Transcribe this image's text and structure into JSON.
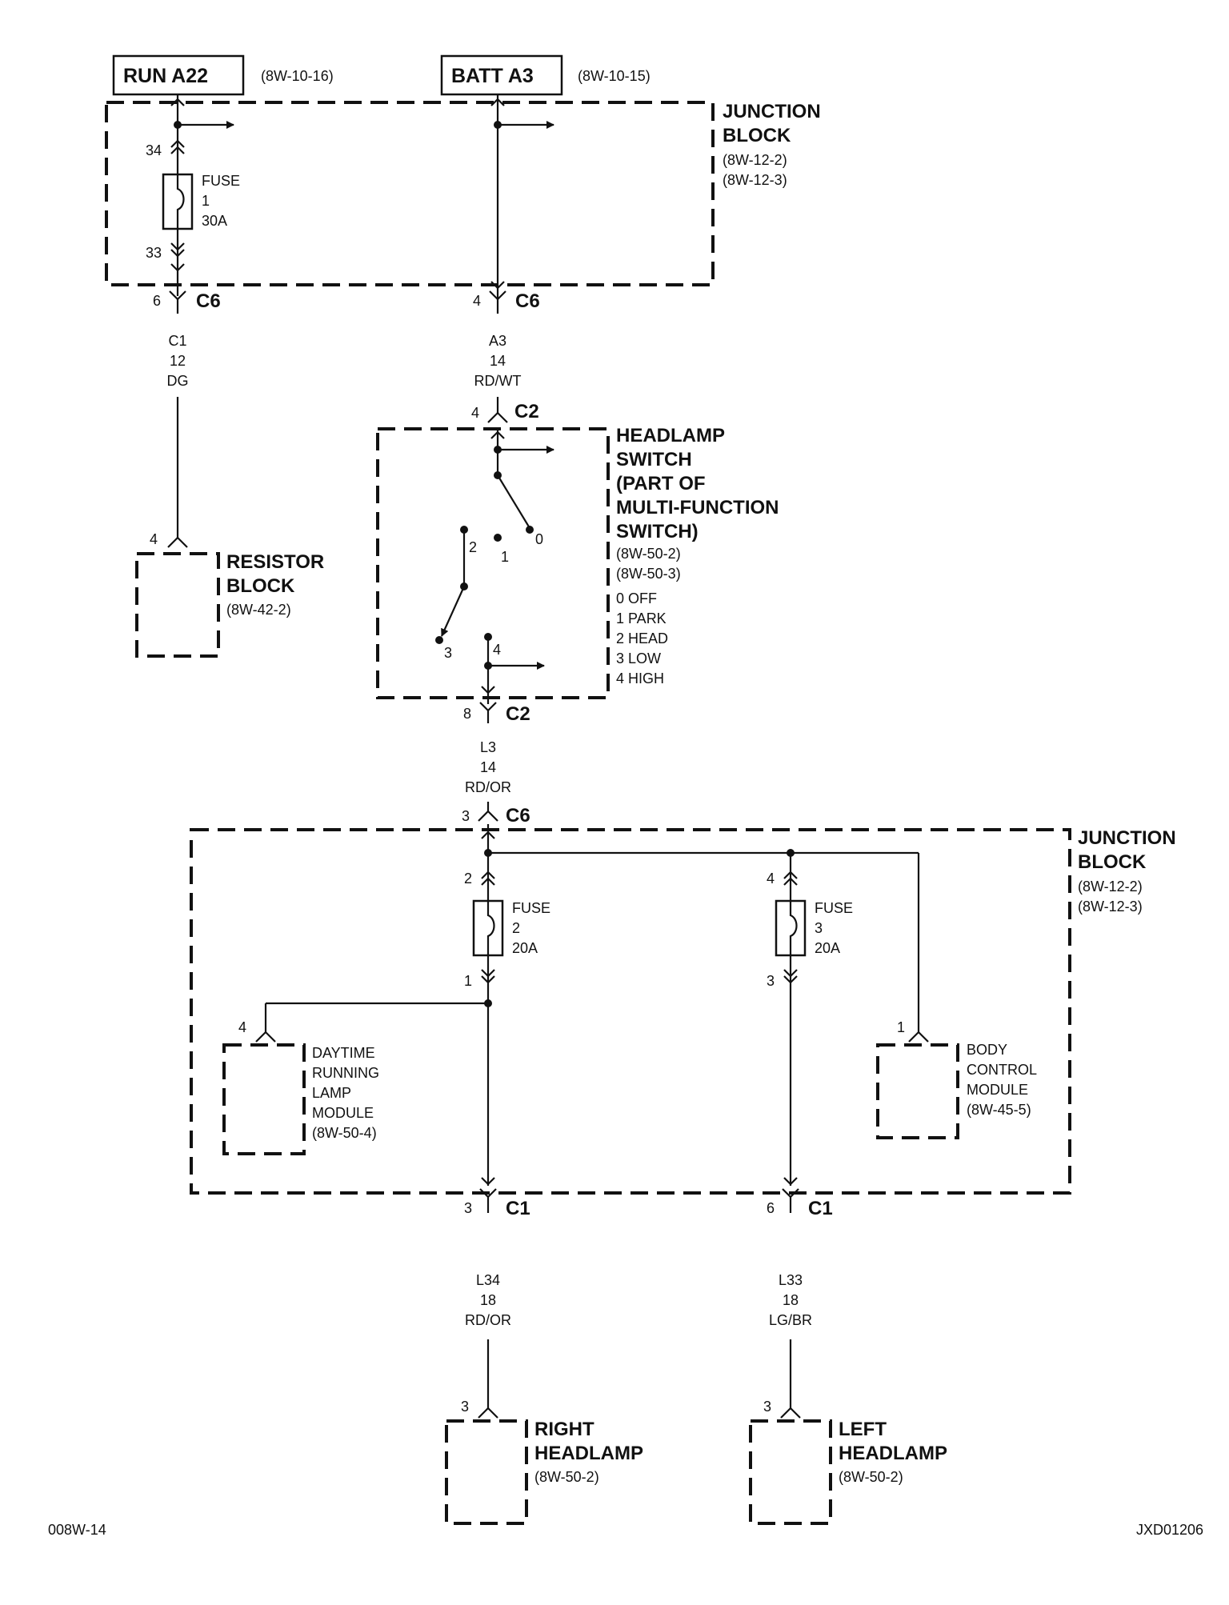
{
  "sources": [
    {
      "label": "RUN A22",
      "ref": "(8W-10-16)"
    },
    {
      "label": "BATT A3",
      "ref": "(8W-10-15)"
    }
  ],
  "junction_block_top": {
    "title1": "JUNCTION",
    "title2": "BLOCK",
    "ref1": "(8W-12-2)",
    "ref2": "(8W-12-3)"
  },
  "fuse1": {
    "label": "FUSE",
    "num": "1",
    "rating": "30A",
    "pin_in": "34",
    "pin_out": "33"
  },
  "connector_c6_run": {
    "pin": "6",
    "name": "C6"
  },
  "connector_c6_batt": {
    "pin": "4",
    "name": "C6"
  },
  "wire_c1": {
    "circuit": "C1",
    "gauge": "12",
    "color": "DG"
  },
  "wire_a3": {
    "circuit": "A3",
    "gauge": "14",
    "color": "RD/WT"
  },
  "resistor_block": {
    "pin": "4",
    "title1": "RESISTOR",
    "title2": "BLOCK",
    "ref": "(8W-42-2)"
  },
  "headlamp_switch": {
    "top_pin": "4",
    "top_conn": "C2",
    "title": [
      "HEADLAMP",
      "SWITCH",
      "(PART OF",
      "MULTI-FUNCTION",
      "SWITCH)"
    ],
    "refs": [
      "(8W-50-2)",
      "(8W-50-3)"
    ],
    "positions": [
      "0 OFF",
      "1 PARK",
      "2 HEAD",
      "3 LOW",
      "4 HIGH"
    ],
    "contacts": [
      "0",
      "1",
      "2",
      "3",
      "4"
    ],
    "bottom_pin": "8",
    "bottom_conn": "C2"
  },
  "wire_l3": {
    "circuit": "L3",
    "gauge": "14",
    "color": "RD/OR"
  },
  "connector_c6_l3": {
    "pin": "3",
    "name": "C6"
  },
  "junction_block_bottom": {
    "title1": "JUNCTION",
    "title2": "BLOCK",
    "ref1": "(8W-12-2)",
    "ref2": "(8W-12-3)"
  },
  "fuse2": {
    "label": "FUSE",
    "num": "2",
    "rating": "20A",
    "pin_in": "2",
    "pin_out": "1"
  },
  "fuse3": {
    "label": "FUSE",
    "num": "3",
    "rating": "20A",
    "pin_in": "4",
    "pin_out": "3"
  },
  "drl_module": {
    "pin": "4",
    "lines": [
      "DAYTIME",
      "RUNNING",
      "LAMP",
      "MODULE",
      "(8W-50-4)"
    ]
  },
  "bcm": {
    "pin": "1",
    "lines": [
      "BODY",
      "CONTROL",
      "MODULE",
      "(8W-45-5)"
    ]
  },
  "connector_c1_right": {
    "pin": "3",
    "name": "C1"
  },
  "connector_c1_left": {
    "pin": "6",
    "name": "C1"
  },
  "wire_l34": {
    "circuit": "L34",
    "gauge": "18",
    "color": "RD/OR"
  },
  "wire_l33": {
    "circuit": "L33",
    "gauge": "18",
    "color": "LG/BR"
  },
  "right_headlamp": {
    "pin": "3",
    "title1": "RIGHT",
    "title2": "HEADLAMP",
    "ref": "(8W-50-2)"
  },
  "left_headlamp": {
    "pin": "3",
    "title1": "LEFT",
    "title2": "HEADLAMP",
    "ref": "(8W-50-2)"
  },
  "footer": {
    "left": "008W-14",
    "right": "JXD01206"
  }
}
